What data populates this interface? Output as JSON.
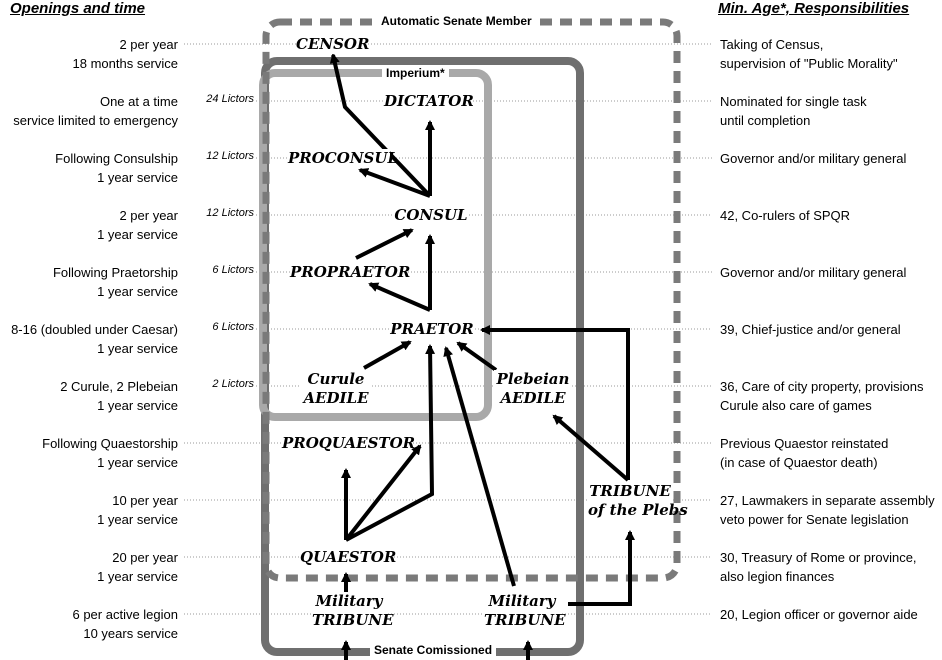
{
  "headers": {
    "left": "Openings and time",
    "right": "Min. Age*, Responsibilities"
  },
  "box_labels": {
    "automatic": "Automatic Senate Member",
    "imperium": "Imperium*",
    "senate": "Senate Comissioned"
  },
  "rows": [
    {
      "openings": [
        "2 per year",
        "18 months service"
      ],
      "lictors": "",
      "resp": [
        "Taking of Census,",
        "supervision of \"Public Morality\""
      ]
    },
    {
      "openings": [
        "One at a time",
        "service limited to emergency"
      ],
      "lictors": "24 Lictors",
      "resp": [
        "Nominated for single task",
        "until completion"
      ]
    },
    {
      "openings": [
        "Following Consulship",
        "1 year service"
      ],
      "lictors": "12 Lictors",
      "resp": [
        "Governor and/or military general",
        ""
      ]
    },
    {
      "openings": [
        "2 per year",
        "1 year service"
      ],
      "lictors": "12 Lictors",
      "resp": [
        "42, Co-rulers of SPQR",
        ""
      ]
    },
    {
      "openings": [
        "Following Praetorship",
        "1 year service"
      ],
      "lictors": "6 Lictors",
      "resp": [
        "Governor and/or military general",
        ""
      ]
    },
    {
      "openings": [
        "8-16 (doubled under Caesar)",
        "1 year service"
      ],
      "lictors": "6 Lictors",
      "resp": [
        "39, Chief-justice and/or general",
        ""
      ]
    },
    {
      "openings": [
        "2 Curule, 2 Plebeian",
        "1 year service"
      ],
      "lictors": "2 Lictors",
      "resp": [
        "36, Care of city property, provisions",
        "Curule also care of games"
      ]
    },
    {
      "openings": [
        "Following Quaestorship",
        "1 year service"
      ],
      "lictors": "",
      "resp": [
        "Previous Quaestor reinstated",
        "(in case of Quaestor death)"
      ]
    },
    {
      "openings": [
        "10 per year",
        "1 year service"
      ],
      "lictors": "",
      "resp": [
        "27, Lawmakers in separate assembly",
        "veto power for Senate legislation"
      ]
    },
    {
      "openings": [
        "20 per year",
        "1 year service"
      ],
      "lictors": "",
      "resp": [
        "30, Treasury of Rome or province,",
        "also legion finances"
      ]
    },
    {
      "openings": [
        "6 per active legion",
        "10 years service"
      ],
      "lictors": "",
      "resp": [
        "20, Legion officer or governor aide",
        ""
      ]
    }
  ],
  "offices": {
    "censor": [
      "CENSOR"
    ],
    "dictator": [
      "DICTATOR"
    ],
    "proconsul": [
      "PROCONSUL"
    ],
    "consul": [
      "CONSUL"
    ],
    "propraetor": [
      "PROPRAETOR"
    ],
    "praetor": [
      "PRAETOR"
    ],
    "curule_aedile": [
      "Curule",
      "AEDILE"
    ],
    "plebeian_aedile": [
      "Plebeian",
      "AEDILE"
    ],
    "proquaestor": [
      "PROQUAESTOR"
    ],
    "tribune_plebs": [
      "TRIBUNE",
      "of the Plebs"
    ],
    "quaestor": [
      "QUAESTOR"
    ],
    "military_tribune_left": [
      "Military",
      "TRIBUNE"
    ],
    "military_tribune_right": [
      "Military",
      "TRIBUNE"
    ]
  },
  "colors": {
    "dashed_box": "#7a7a7a",
    "senate_box": "#6f6f6f",
    "imperium_box": "#a9a9a9",
    "arrows": "#000000",
    "leader_lines": "#9a9a9a"
  }
}
